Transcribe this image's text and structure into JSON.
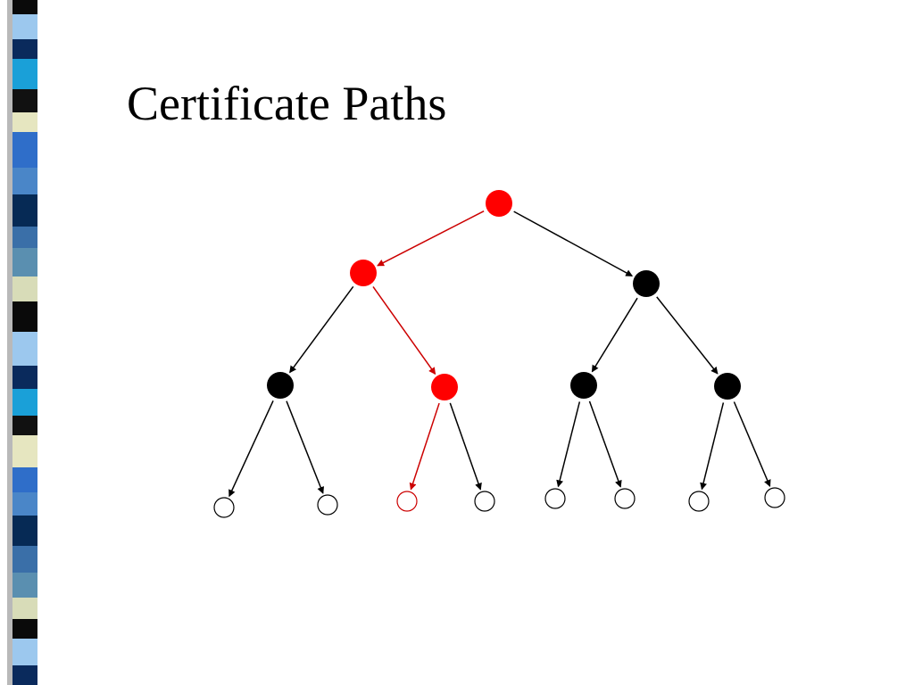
{
  "slide": {
    "title": "Certificate Paths"
  },
  "colors": {
    "path_highlight": "#ff0000",
    "path_edge": "#cc0000",
    "node_default": "#000000",
    "leaf_fill": "#ffffff",
    "strip": [
      "#3a6fa8",
      "#0a2a5c",
      "#4a86c8",
      "#0a0a0a",
      "#e6e6c0",
      "#5a8fb0",
      "#1aa0d8",
      "#062a55",
      "#9cc8ee",
      "#2f6ec9",
      "#d8dcb8",
      "#111111"
    ]
  },
  "tree": {
    "levels": 4,
    "branching": 2,
    "highlighted_path": [
      "root",
      "left",
      "left-right",
      "left-right-left"
    ]
  }
}
